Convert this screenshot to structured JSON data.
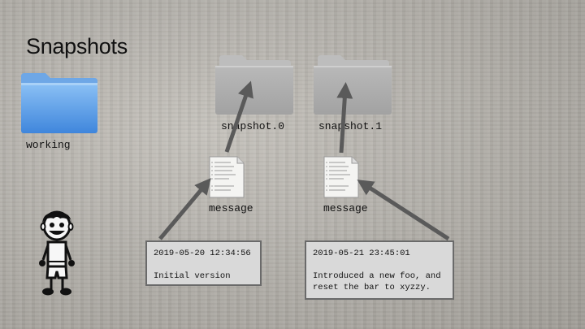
{
  "slide": {
    "title": "Snapshots"
  },
  "working": {
    "label": "working",
    "icon": "folder-icon",
    "color": "#4a90e2"
  },
  "snapshots": [
    {
      "label": "snapshot.0",
      "icon": "folder-icon",
      "message_label": "message",
      "message_icon": "document-icon",
      "note_timestamp": "2019-05-20 12:34:56",
      "note_text": "Initial version"
    },
    {
      "label": "snapshot.1",
      "icon": "folder-icon",
      "message_label": "message",
      "message_icon": "document-icon",
      "note_timestamp": "2019-05-21 23:45:01",
      "note_text": "Introduced a new foo, and\nreset the bar to xyzzy."
    }
  ],
  "person_icon": "stick-figure-person-icon",
  "colors": {
    "arrow": "#5a5a5a",
    "snapshot_folder": "#a8a8a8",
    "working_folder": "#4a90e2",
    "note_bg": "#d9d9d9"
  }
}
